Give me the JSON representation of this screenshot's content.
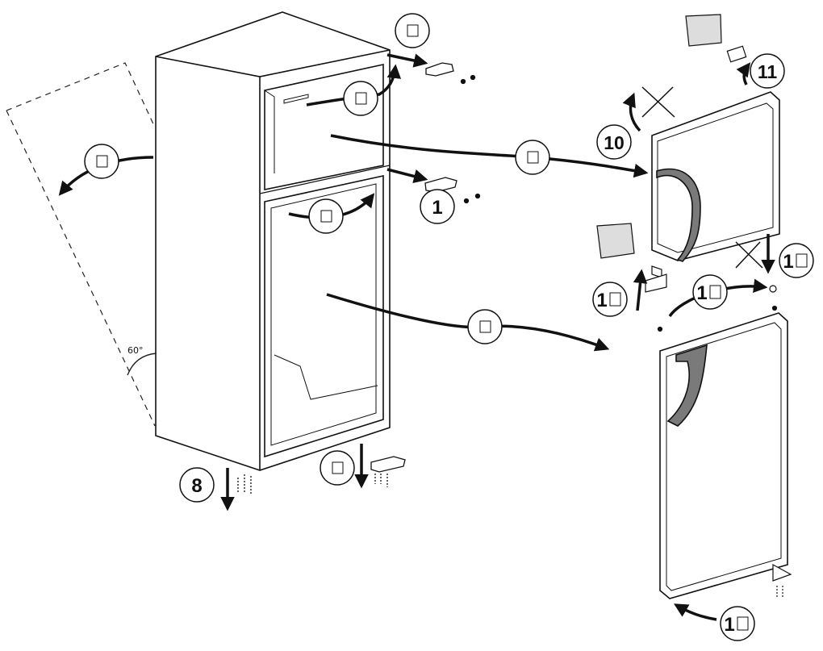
{
  "diagram": {
    "angle_label": "60°",
    "step_labels": {
      "s1": "",
      "s2": "",
      "s3": "",
      "s4": "",
      "s5": "1",
      "s6": "",
      "s7": "",
      "s8": "8",
      "s9": "",
      "s10": "10",
      "s11": "11",
      "s12": "1",
      "s13": "1",
      "s14": "1",
      "s15": "1"
    }
  }
}
